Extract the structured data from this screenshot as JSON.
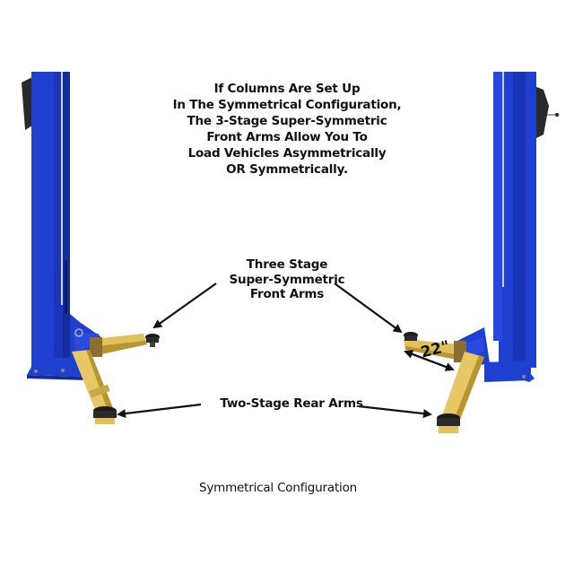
{
  "headline": {
    "lines": [
      "If Columns Are Set Up",
      "In The Symmetrical Configuration,",
      "The 3-Stage Super-Symmetric",
      "Front Arms Allow You To",
      "Load Vehicles Asymmetrically",
      "OR Symmetrically."
    ]
  },
  "labels": {
    "front_arms": [
      "Three Stage",
      "Super-Symmetric",
      "Front Arms"
    ],
    "rear_arms": "Two-Stage Rear Arms",
    "dimension": "22\"",
    "caption": "Symmetrical Configuration"
  },
  "colors": {
    "column_blue": "#1f3fd0",
    "column_dark": "#132a9e",
    "arm_yellow": "#e3c15a",
    "arm_shadow": "#b8962f",
    "pad_black": "#1b1b1b",
    "text": "#111111"
  }
}
